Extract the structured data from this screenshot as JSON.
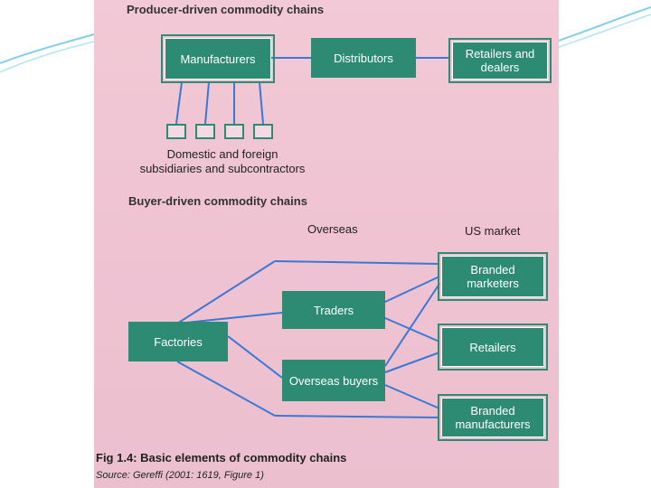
{
  "producer": {
    "title": "Producer-driven commodity chains",
    "manufacturers": "Manufacturers",
    "distributors": "Distributors",
    "retailers": "Retailers and dealers",
    "subsidiaries": "Domestic and foreign subsidiaries and subcontractors"
  },
  "buyer": {
    "title": "Buyer-driven commodity chains",
    "overseas_label": "Overseas",
    "us_market_label": "US market",
    "factories": "Factories",
    "traders": "Traders",
    "overseas_buyers": "Overseas buyers",
    "branded_marketers": "Branded marketers",
    "retailers": "Retailers",
    "branded_manufacturers": "Branded manufacturers"
  },
  "figure": {
    "caption": "Fig 1.4: Basic elements of commodity chains",
    "source": "Source: Gereffi (2001: 1619, Figure 1)"
  },
  "colors": {
    "box_fill": "#2e8b73",
    "connector": "#3a78d6",
    "page_background": "#efc3d2"
  }
}
